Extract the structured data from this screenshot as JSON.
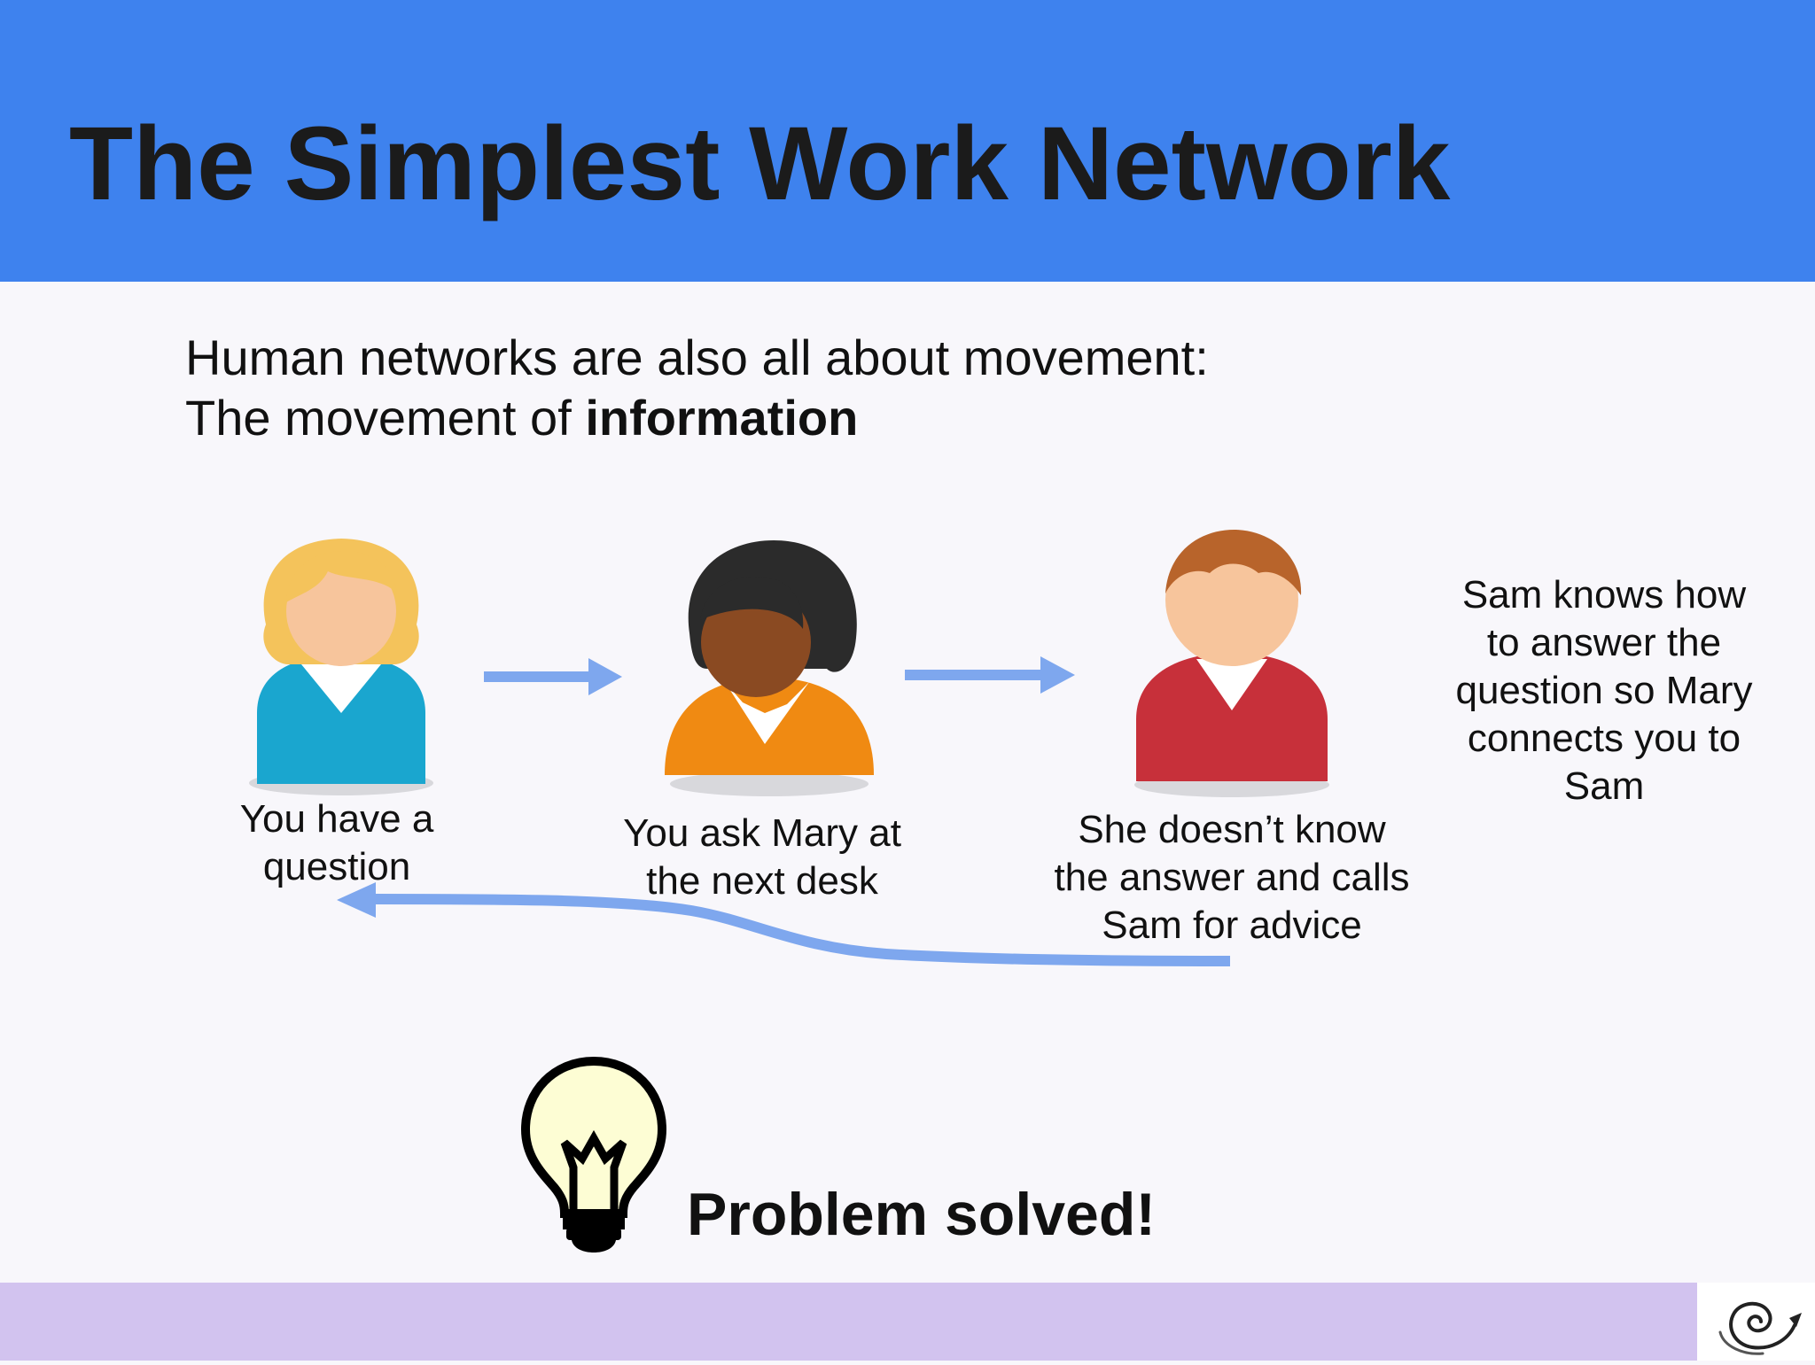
{
  "slide": {
    "title": "The Simplest Work Network",
    "intro_line1": "Human networks are also all about movement:",
    "intro_line2_prefix": "The movement of ",
    "intro_line2_bold": "information",
    "footer_page_number": ""
  },
  "people": [
    {
      "name": "You",
      "caption_line1": "You have a",
      "caption_line2": "question",
      "icon": "woman-blonde-user-icon",
      "shirt_color": "#1aa6cf",
      "hair_color": "#f4c35b"
    },
    {
      "name": "Mary",
      "caption_line1": "You ask Mary at",
      "caption_line2": "the next desk",
      "icon": "woman-dark-hair-user-icon",
      "shirt_color": "#f08a12",
      "hair_color": "#2b2b2b"
    },
    {
      "name": "Sam",
      "caption_line1": "She doesn’t know",
      "caption_line2": "the answer and calls",
      "caption_line3": "Sam for advice",
      "icon": "man-red-shirt-user-icon",
      "shirt_color": "#c7303a",
      "hair_color": "#b8642b"
    }
  ],
  "side_note": {
    "line1": "Sam knows how",
    "line2": "to answer the",
    "line3": "question so Mary",
    "line4": "connects you to",
    "line5": "Sam"
  },
  "result": {
    "text": "Problem solved!",
    "icon": "lightbulb-icon"
  },
  "colors": {
    "header": "#3e82ee",
    "arrow": "#7ea7ee",
    "footer": "#d2c3ef"
  },
  "logo": {
    "icon": "spiral-logo-icon"
  }
}
